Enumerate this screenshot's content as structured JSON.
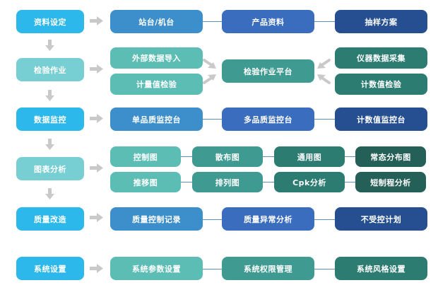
{
  "colors": {
    "cyan": "#2cb8ea",
    "teal": "#78cfd3",
    "mint": "#5cbdb4",
    "green_teal": "#3f9b91",
    "dark_teal": "#2c7c72",
    "deep_teal": "#245f58",
    "blue": "#3d8fcb",
    "royal": "#3b6dbf",
    "navy": "#264f92",
    "arrow_gray": "#c9c9c9",
    "connector": "#5b8fb8"
  },
  "rows": {
    "data_setup": {
      "main": "资料设定",
      "items": [
        "站台/机台",
        "产品资料",
        "抽样方案"
      ]
    },
    "inspection": {
      "main": "检验作业",
      "left": [
        "外部数据导入",
        "计量值检验"
      ],
      "center": "检验作业平台",
      "right": [
        "仪器数据采集",
        "计数值检验"
      ]
    },
    "monitoring": {
      "main": "数据监控",
      "items": [
        "单品质监控台",
        "多品质监控台",
        "计数值监控台"
      ]
    },
    "chart_analysis": {
      "main": "图表分析",
      "top": [
        "控制图",
        "散布图",
        "通用图",
        "常态分布图"
      ],
      "bottom": [
        "推移图",
        "排列图",
        "Cpk分析",
        "短制程分析"
      ]
    },
    "quality_improve": {
      "main": "质量改造",
      "items": [
        "质量控制记录",
        "质量异常分析",
        "不受控计划"
      ]
    },
    "system_settings": {
      "main": "系统设置",
      "items": [
        "系统参数设置",
        "系统权限管理",
        "系统风格设置"
      ]
    }
  }
}
